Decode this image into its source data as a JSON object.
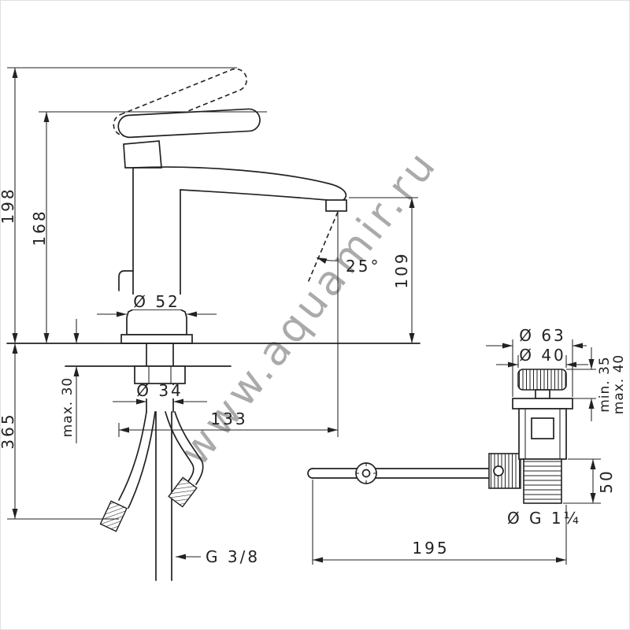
{
  "watermark": "www.aquamir.ru",
  "colors": {
    "line": "#222222",
    "watermark": "#9e9e9e"
  },
  "faucet": {
    "dim_height_total": "198",
    "dim_height_to_lever": "168",
    "dim_below_deck": "365",
    "dim_deck_thickness": "max. 30",
    "dim_base_diameter": "Ø 52",
    "dim_hole_diameter": "Ø 34",
    "dim_spout_angle": "25°",
    "dim_spout_height": "109",
    "dim_spout_reach": "133",
    "dim_hose_thread": "G 3/8"
  },
  "drain": {
    "dim_flange_diameter": "Ø 63",
    "dim_plug_diameter": "Ø 40",
    "dim_min_height": "min. 35",
    "dim_max_height": "max. 40",
    "dim_tailpiece_length": "50",
    "dim_thread": "Ø G 1¼",
    "dim_rod_length": "195"
  }
}
